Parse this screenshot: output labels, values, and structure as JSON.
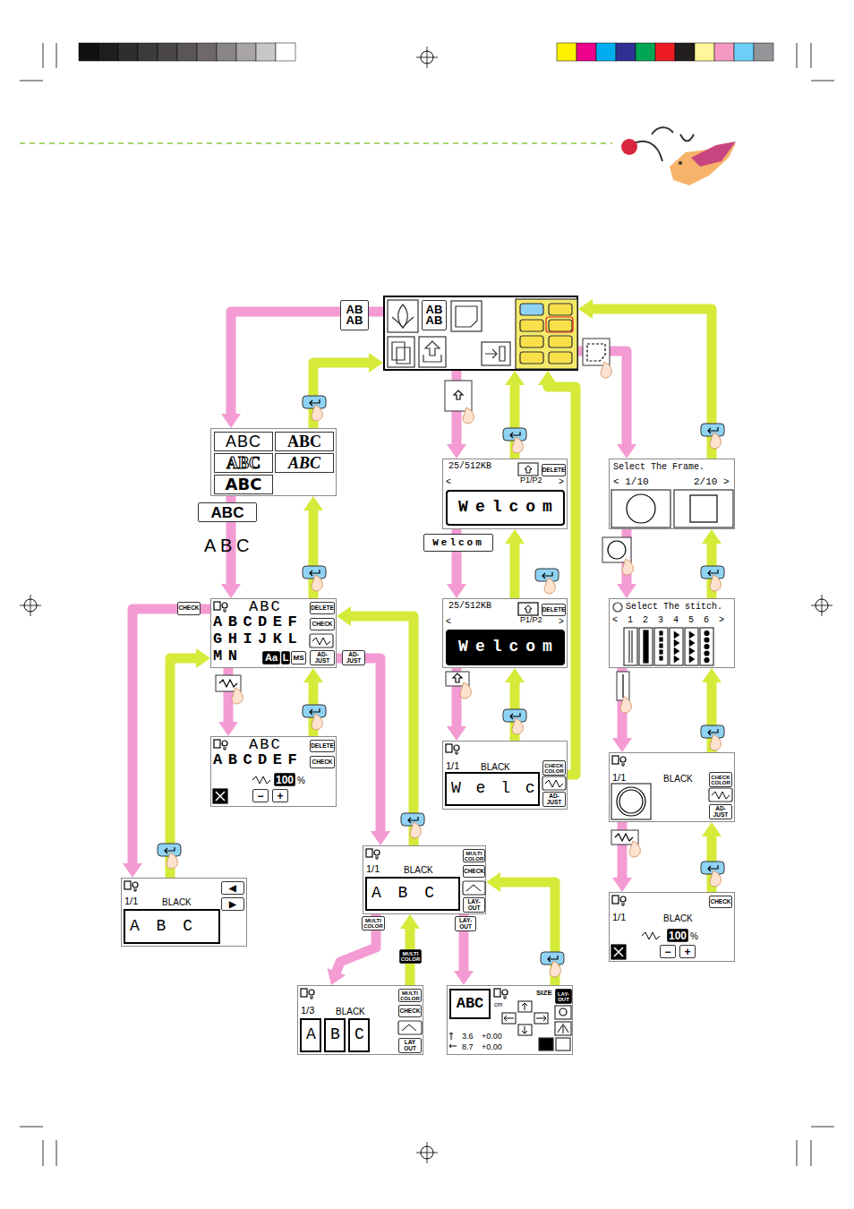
{
  "diagram": {
    "nodes": [
      {
        "text": [
          "AB AB"
        ]
      },
      {
        "text": [
          "ABC",
          "ABC",
          "ABC",
          "ABC",
          "ABC"
        ]
      },
      {
        "text": [
          "ABC",
          "ABCDEF",
          "GHIJKL",
          "MN",
          "Aa",
          "L",
          "MS",
          "DELETE",
          "CHECK",
          "AD- JUST"
        ]
      },
      {
        "text": [
          "ABC",
          "ABCDEF",
          "DELETE",
          "CHECK",
          "100",
          "%",
          "−",
          "+"
        ]
      },
      {
        "text": [
          "1/1",
          "BLACK",
          "A B C",
          "◀",
          "▶"
        ]
      },
      {
        "text": [
          "1/1",
          "BLACK",
          "A B C",
          "MULTI COLOR",
          "CHECK",
          "LAY- OUT"
        ]
      },
      {
        "text": [
          "1/3",
          "BLACK",
          "A",
          "B",
          "C",
          "MULTI COLOR",
          "CHECK",
          "LAY OUT"
        ]
      },
      {
        "text": [
          "ABC",
          "cm",
          "SIZE",
          "LAY- OUT",
          "3.6",
          "+0.00",
          "8.7",
          "+0.00"
        ]
      },
      {
        "text": [
          "25/512KB",
          "DELETE",
          "P1/P2",
          "<",
          ">",
          "Welcom"
        ]
      },
      {
        "text": [
          "25/512KB",
          "DELETE",
          "P1/P2",
          "<",
          ">",
          "Welcom"
        ]
      },
      {
        "text": [
          "1/1",
          "BLACK",
          "W e l c",
          "CHECK COLOR",
          "AD- JUST"
        ]
      },
      {
        "text": [
          "Select The Frame.",
          "< 1/10",
          "2/10 >"
        ]
      },
      {
        "text": [
          "Select The stitch.",
          "< 1 2 3 4 5 6 >"
        ]
      },
      {
        "text": [
          "1/1",
          "BLACK",
          "CHECK COLOR",
          "AD- JUST"
        ]
      },
      {
        "text": [
          "1/1",
          "BLACK",
          "CHECK",
          "100",
          "%",
          "−",
          "+"
        ]
      }
    ],
    "edges": [
      {
        "from": 0,
        "to": 1,
        "arrow": "to",
        "label": "AB AB"
      },
      {
        "from": 1,
        "to": 0,
        "arrow": "to"
      },
      {
        "from": 1,
        "to": 2,
        "arrow": "to",
        "label": "ABC"
      },
      {
        "from": 2,
        "to": 1,
        "arrow": "to"
      },
      {
        "from": 2,
        "to": 3,
        "arrow": "to"
      },
      {
        "from": 3,
        "to": 2,
        "arrow": "to"
      },
      {
        "from": 2,
        "to": 4,
        "arrow": "to",
        "label": "CHECK"
      },
      {
        "from": 4,
        "to": 2,
        "arrow": "to"
      },
      {
        "from": 2,
        "to": 5,
        "arrow": "to",
        "label": "AD- JUST"
      },
      {
        "from": 5,
        "to": 2,
        "arrow": "to"
      },
      {
        "from": 5,
        "to": 6,
        "arrow": "to",
        "label": "MULTI COLOR"
      },
      {
        "from": 6,
        "to": 5,
        "arrow": "to",
        "label": "MULTI COLOR"
      },
      {
        "from": 5,
        "to": 7,
        "arrow": "to",
        "label": "LAY- OUT"
      },
      {
        "from": 7,
        "to": 5,
        "arrow": "to"
      },
      {
        "from": 0,
        "to": 8,
        "arrow": "to"
      },
      {
        "from": 8,
        "to": 0,
        "arrow": "to"
      },
      {
        "from": 8,
        "to": 9,
        "arrow": "to",
        "label": "Welcom"
      },
      {
        "from": 9,
        "to": 8,
        "arrow": "to"
      },
      {
        "from": 9,
        "to": 10,
        "arrow": "to"
      },
      {
        "from": 10,
        "to": 9,
        "arrow": "to"
      },
      {
        "from": 10,
        "to": 0,
        "arrow": "to"
      },
      {
        "from": 0,
        "to": 11,
        "arrow": "to"
      },
      {
        "from": 11,
        "to": 0,
        "arrow": "to"
      },
      {
        "from": 11,
        "to": 12,
        "arrow": "to"
      },
      {
        "from": 12,
        "to": 11,
        "arrow": "to"
      },
      {
        "from": 12,
        "to": 13,
        "arrow": "to"
      },
      {
        "from": 13,
        "to": 12,
        "arrow": "to"
      },
      {
        "from": 13,
        "to": 14,
        "arrow": "to"
      },
      {
        "from": 14,
        "to": 13,
        "arrow": "to"
      }
    ],
    "labels": [
      "A",
      "B",
      "C"
    ]
  }
}
